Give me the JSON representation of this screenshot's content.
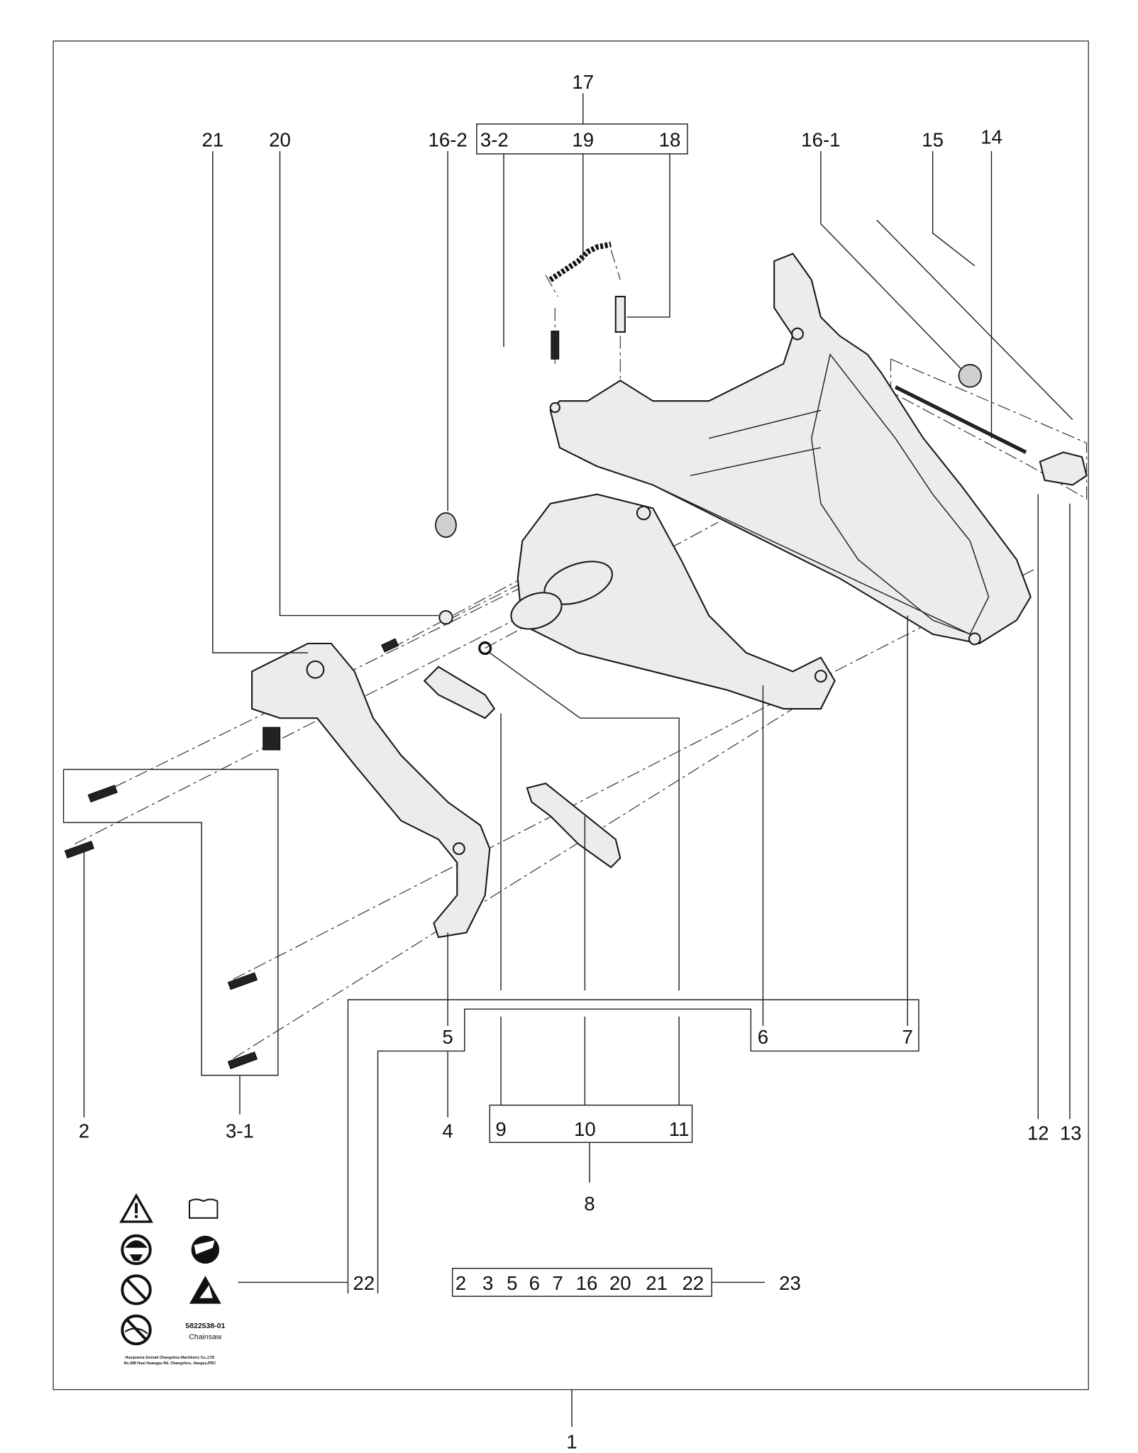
{
  "diagram": {
    "callouts": {
      "c1": "1",
      "c2": "2",
      "c3_1": "3-1",
      "c3_2": "3-2",
      "c4": "4",
      "c5": "5",
      "c6": "6",
      "c7": "7",
      "c8": "8",
      "c9": "9",
      "c10": "10",
      "c11": "11",
      "c12": "12",
      "c13": "13",
      "c14": "14",
      "c15": "15",
      "c16_1": "16-1",
      "c16_2": "16-2",
      "c17": "17",
      "c18": "18",
      "c19": "19",
      "c20": "20",
      "c21": "21",
      "c22": "22",
      "c23": "23"
    },
    "kit_23_contents": [
      "2",
      "3",
      "5",
      "6",
      "7",
      "16",
      "20",
      "21",
      "22"
    ],
    "decal": {
      "part_number": "5822538-01",
      "product": "Chainsaw",
      "maker_line1": "Husqvarna Zenoah Changzhou Machinery Co.,LTD",
      "maker_line2": "No.288 Huai Huangpu Rd. Changzhou, Jiangsu,PRC",
      "icons": [
        "warning-triangle-icon",
        "manual-book-icon",
        "helmet-ear-eye-protection-icon",
        "kickback-icon",
        "no-one-hand-use-icon",
        "kickback-warning-triangle-icon",
        "no-contact-bar-tip-icon"
      ]
    }
  }
}
